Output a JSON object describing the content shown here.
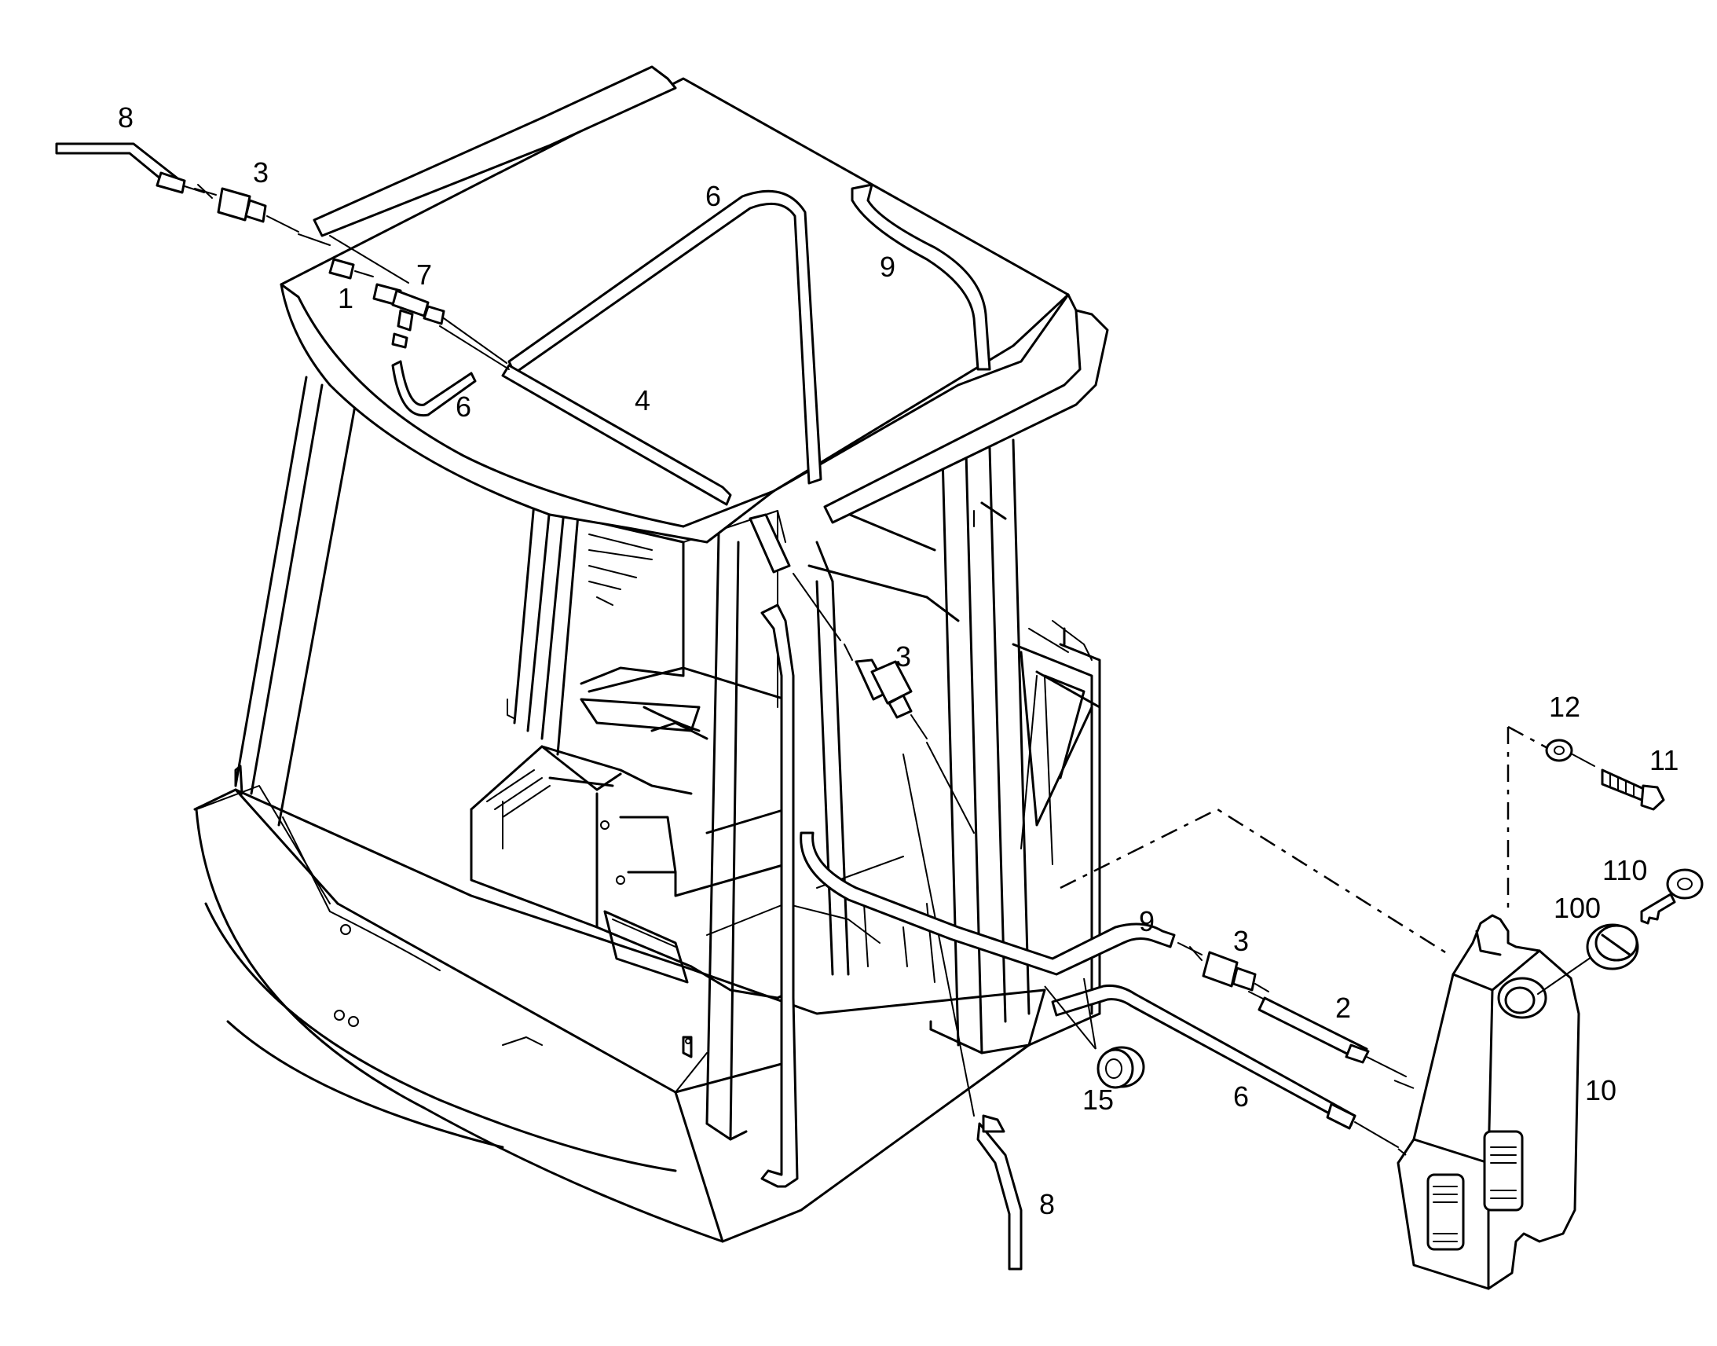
{
  "diagram": {
    "description_free": true,
    "callouts": {
      "hose_top_left": "8",
      "pump_top": "3",
      "connector": "1",
      "tee": "7",
      "hose_roof_left": "6",
      "hose_roof_top": "6",
      "hose_front": "4",
      "hose_roof_right": "9",
      "pump_middle": "3",
      "bracket": "12",
      "screw": "11",
      "key": "110",
      "cap": "100",
      "hose_lower_right": "9",
      "pump_right": "3",
      "hose_short": "2",
      "tank": "10",
      "grommet": "15",
      "hose_lower": "6",
      "hose_bottom": "8"
    }
  }
}
